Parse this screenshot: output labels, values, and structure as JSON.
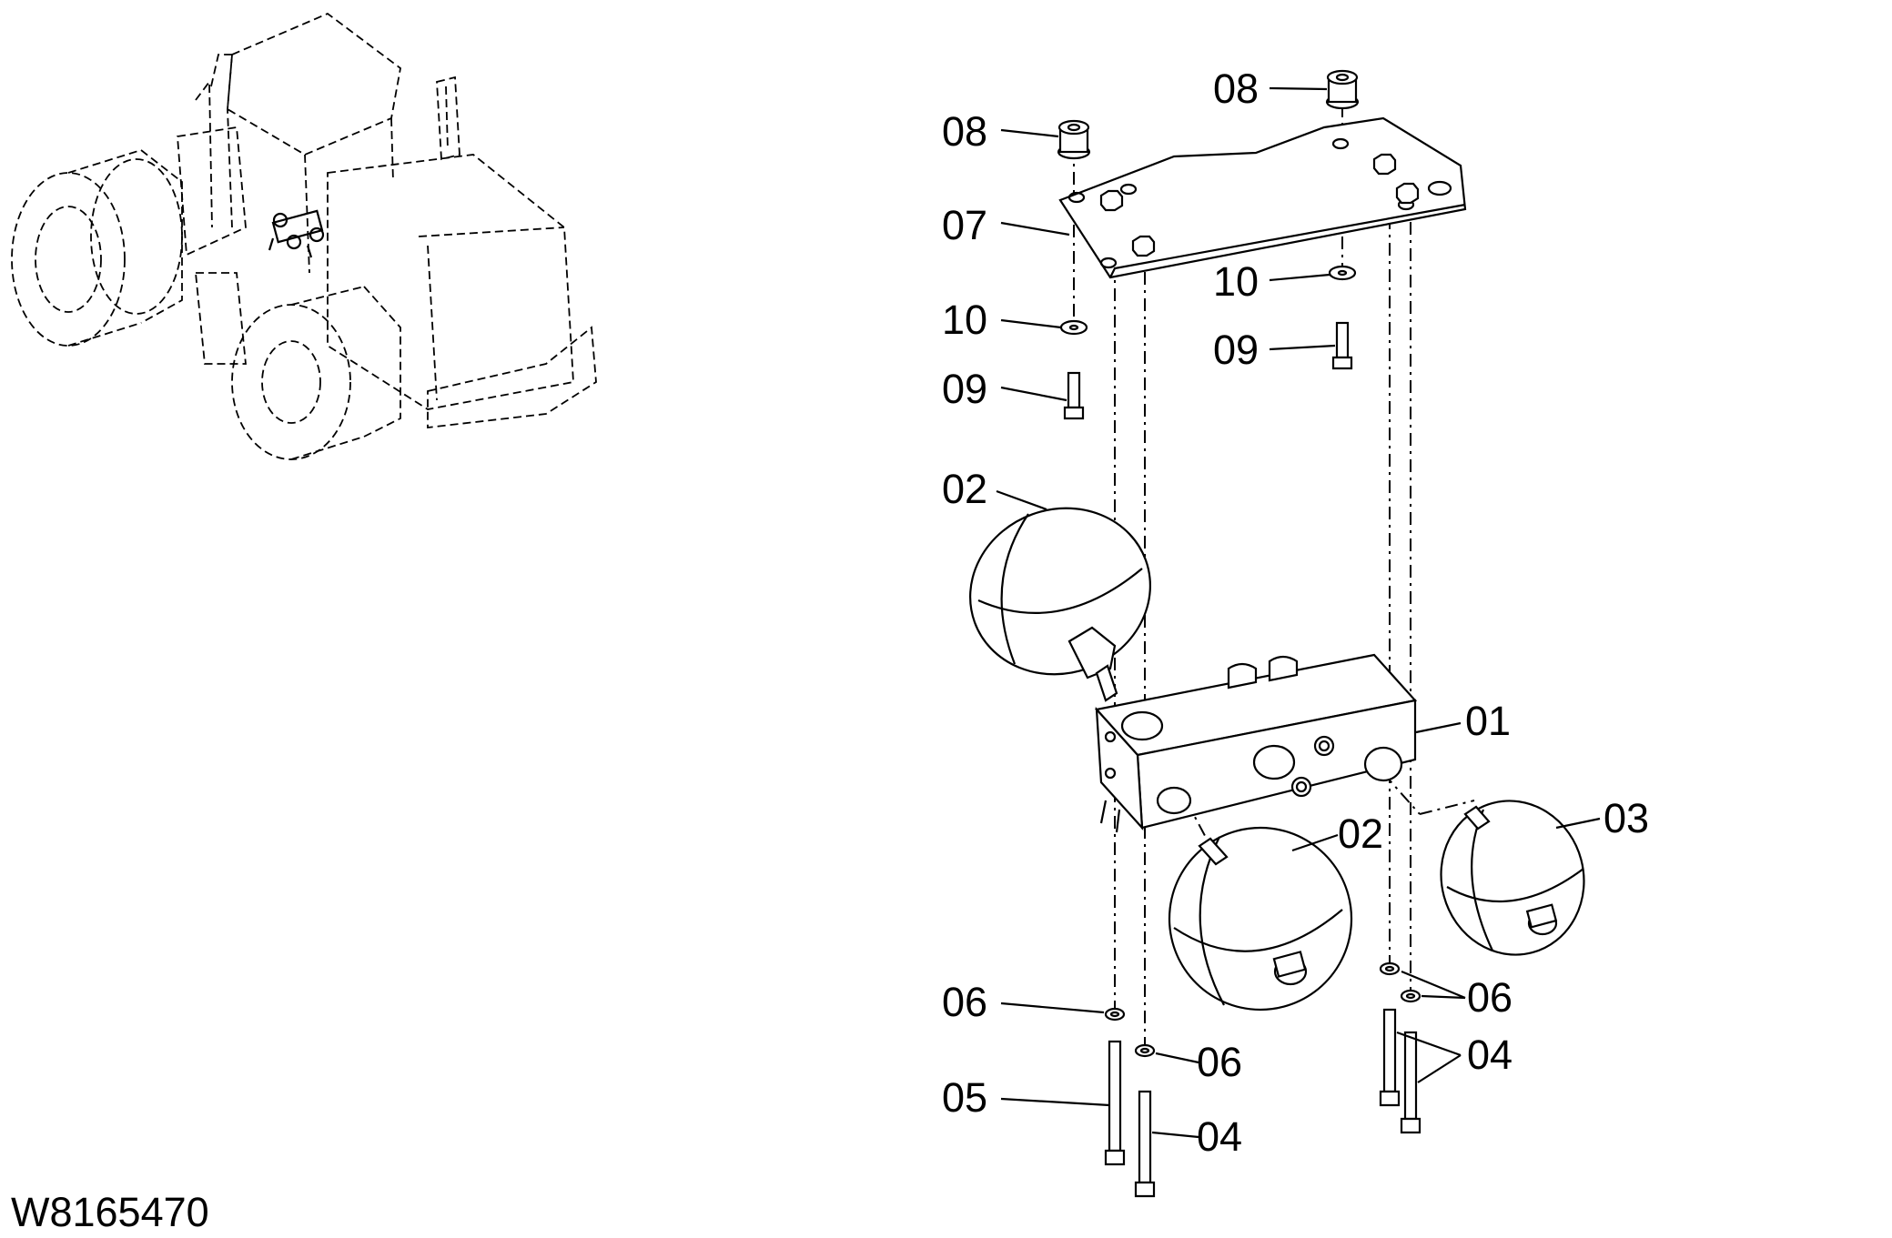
{
  "drawing_id": "W8165470",
  "callouts": {
    "c01": "01",
    "c02a": "02",
    "c02b": "02",
    "c03": "03",
    "c04a": "04",
    "c04b": "04",
    "c05": "05",
    "c06a": "06",
    "c06b": "06",
    "c06c": "06",
    "c07": "07",
    "c08a": "08",
    "c08b": "08",
    "c09a": "09",
    "c09b": "09",
    "c10a": "10",
    "c10b": "10"
  }
}
